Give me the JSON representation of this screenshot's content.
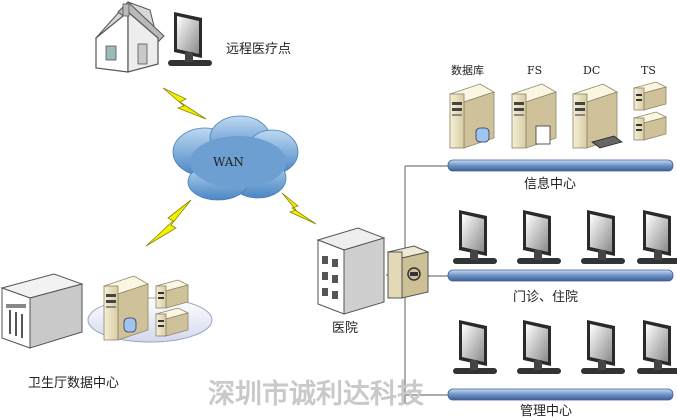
{
  "labels": {
    "remote_site": "远程医疗点",
    "wan": "WAN",
    "hospital": "医院",
    "health_dept": "卫生厅数据中心",
    "info_center": "信息中心",
    "outpatient": "门诊、住院",
    "management": "管理中心",
    "watermark": "深圳市诚利达科技"
  },
  "servers": {
    "database": "数据库",
    "fs": "FS",
    "dc": "DC",
    "ts": "TS"
  },
  "colors": {
    "bus": "#6f92c6",
    "lightning": "#f4f000",
    "cloud": "#74a6d6",
    "lines": "#7a7a7a"
  },
  "icons": [
    "house-icon",
    "monitor-icon",
    "cloud-icon",
    "lightning-icon",
    "server-icon",
    "building-icon",
    "firewall-icon",
    "bank-icon"
  ]
}
